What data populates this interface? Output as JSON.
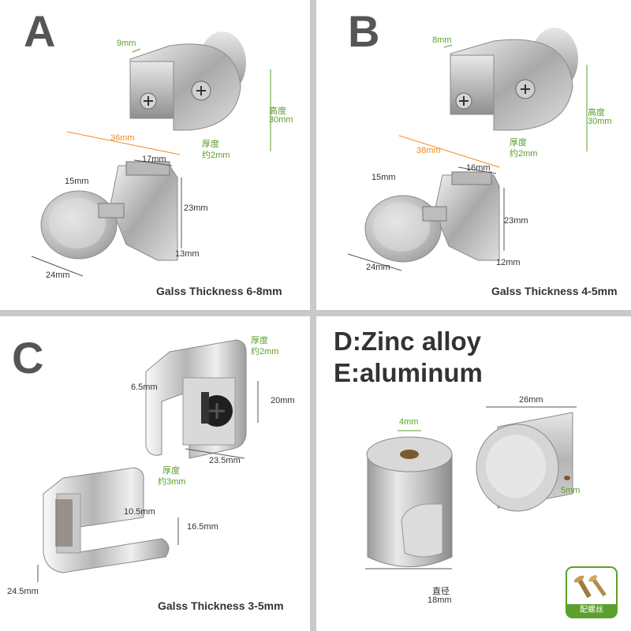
{
  "panels": {
    "a": {
      "letter": "A",
      "top_depth": "9mm",
      "height_label": "高度",
      "height_value": "30mm",
      "thickness_label": "厚度",
      "thickness_value": "约2mm",
      "width": "36mm",
      "slot": "17mm",
      "knob": "15mm",
      "body_height": "23mm",
      "base_height": "13mm",
      "depth": "24mm",
      "caption": "Galss Thickness 6-8mm"
    },
    "b": {
      "letter": "B",
      "top_depth": "8mm",
      "height_label": "高度",
      "height_value": "30mm",
      "thickness_label": "厚度",
      "thickness_value": "约2mm",
      "width": "38mm",
      "slot": "16mm",
      "knob": "15mm",
      "body_height": "23mm",
      "base_height": "12mm",
      "depth": "24mm",
      "caption": "Galss Thickness 4-5mm"
    },
    "c": {
      "letter": "C",
      "thickness_top_label": "厚度",
      "thickness_top_value": "约2mm",
      "top_depth": "6.5mm",
      "height": "20mm",
      "width_top": "23.5mm",
      "thickness_bottom_label": "厚度",
      "thickness_bottom_value": "约3mm",
      "slot": "10.5mm",
      "bottom_height": "16.5mm",
      "bottom_width": "24.5mm",
      "caption": "Galss Thickness 3-5mm"
    },
    "d": {
      "material_1": "D:Zinc alloy",
      "material_2": "E:aluminum",
      "hole": "4mm",
      "length": "26mm",
      "side_hole": "5mm",
      "diameter_label": "直径",
      "diameter_value": "18mm",
      "badge_label": "配螺丝"
    }
  },
  "colors": {
    "green_dimension": "#5aa02c",
    "orange_dimension": "#f08a24",
    "gutter": "#c9c9c9"
  }
}
